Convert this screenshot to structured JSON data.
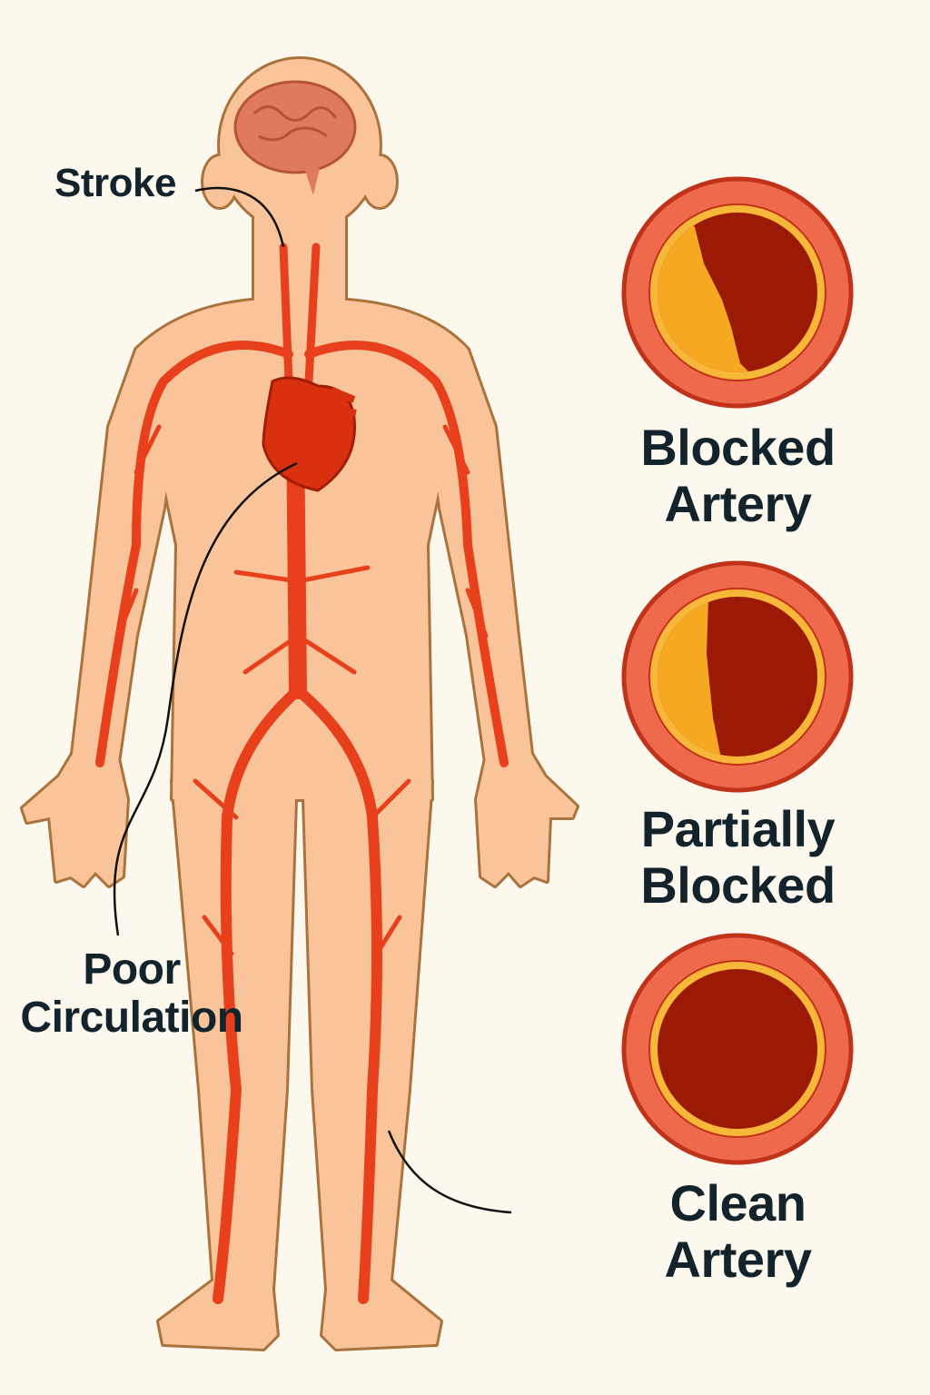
{
  "labels": {
    "stroke": "Stroke",
    "poor_circulation": [
      "Poor",
      "Circulation"
    ],
    "blocked_artery": [
      "Blocked",
      "Artery"
    ],
    "partially_blocked": [
      "Partially",
      "Blocked"
    ],
    "clean_artery": [
      "Clean",
      "Artery"
    ]
  },
  "colors": {
    "background": "#fdf8ee",
    "skin": "#f9c49a",
    "outline": "#a8733c",
    "artery": "#e8401c",
    "vessel_wall": "#ef6a4c",
    "lumen": "#9b1a05",
    "plaque": "#f7a823"
  }
}
